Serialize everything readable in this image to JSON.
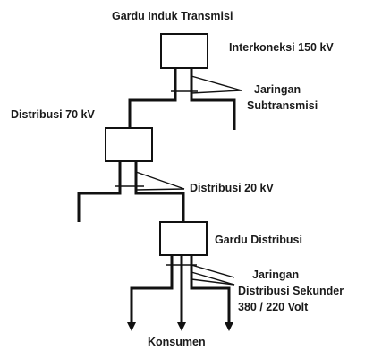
{
  "labels": {
    "top_substation": "Gardu Induk Transmisi",
    "interconnection": "Interkoneksi 150 kV",
    "subtransmission_line1": "Jaringan",
    "subtransmission_line2": "Subtransmisi",
    "distribution_70": "Distribusi 70 kV",
    "distribution_20": "Distribusi 20 kV",
    "distribution_substation": "Gardu Distribusi",
    "secondary_line1": "Jaringan",
    "secondary_line2": "Distribusi Sekunder",
    "secondary_line3": "380 / 220 Volt",
    "consumer": "Konsumen"
  }
}
